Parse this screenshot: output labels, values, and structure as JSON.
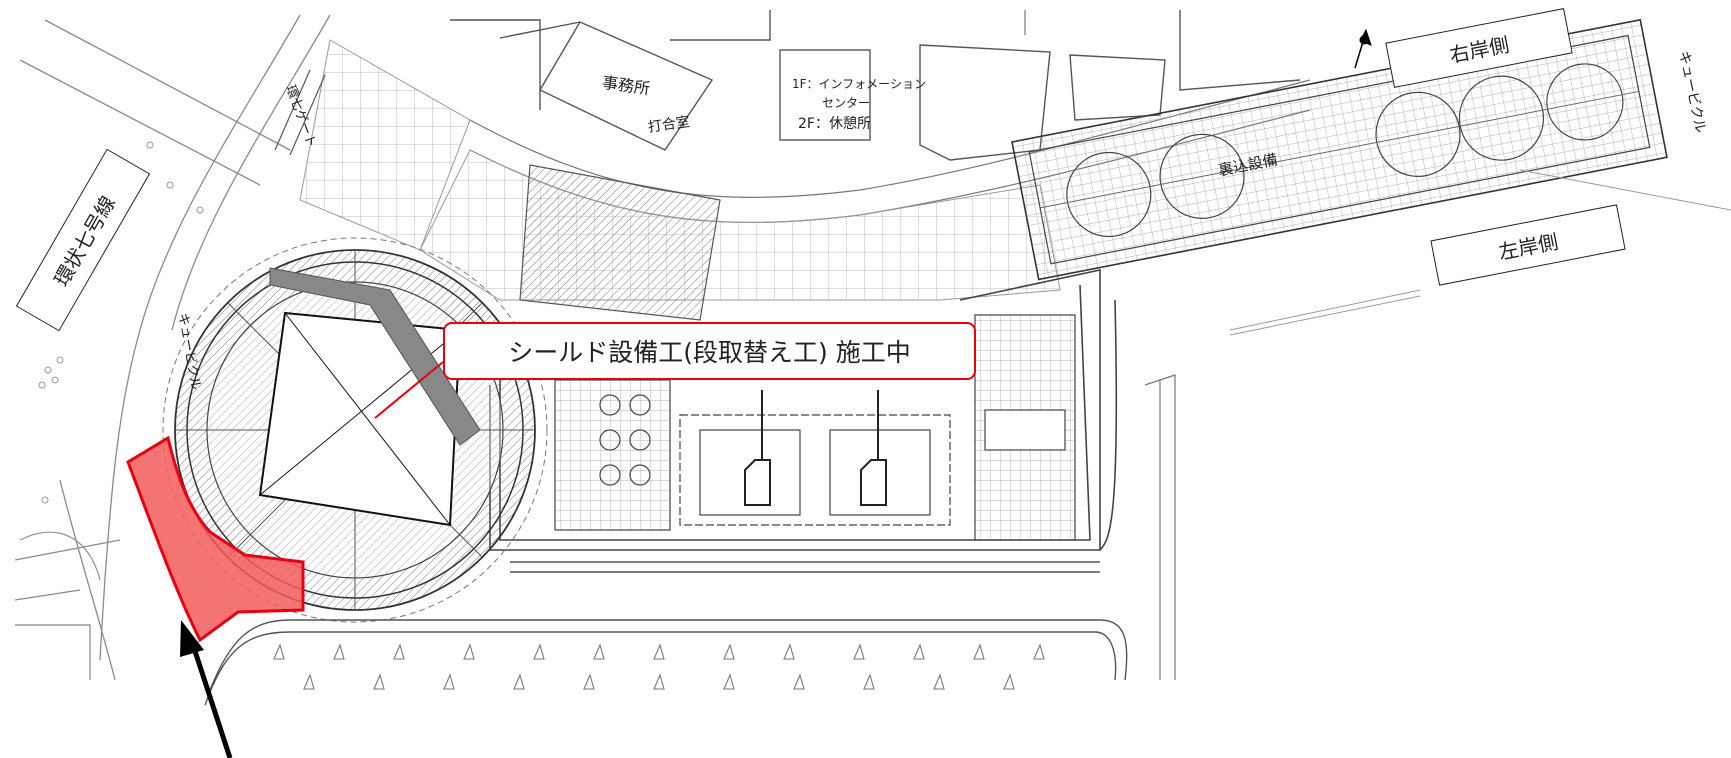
{
  "labels": {
    "road_ring7": "環状七号線",
    "right_bank": "右岸側",
    "left_bank": "左岸側",
    "office": "事務所",
    "meeting_room": "打合室",
    "info_1f": "1F：インフォメーション",
    "info_center": "センター",
    "info_2f": "2F：休憩所",
    "gate": "環七ゲート",
    "cubicle_right": "キュービクル",
    "cubicle_left": "キュービクル",
    "equipment": "裏込設備",
    "status_box": "シールド設備工(段取替え工) 施工中"
  },
  "colors": {
    "highlight": "#f25c5c",
    "highlight_border": "#e60012",
    "status_border": "#e60012",
    "drawing_line": "#8a8a8a"
  },
  "icons": [
    "north-compass-icon",
    "arrow-pointer-icon"
  ]
}
